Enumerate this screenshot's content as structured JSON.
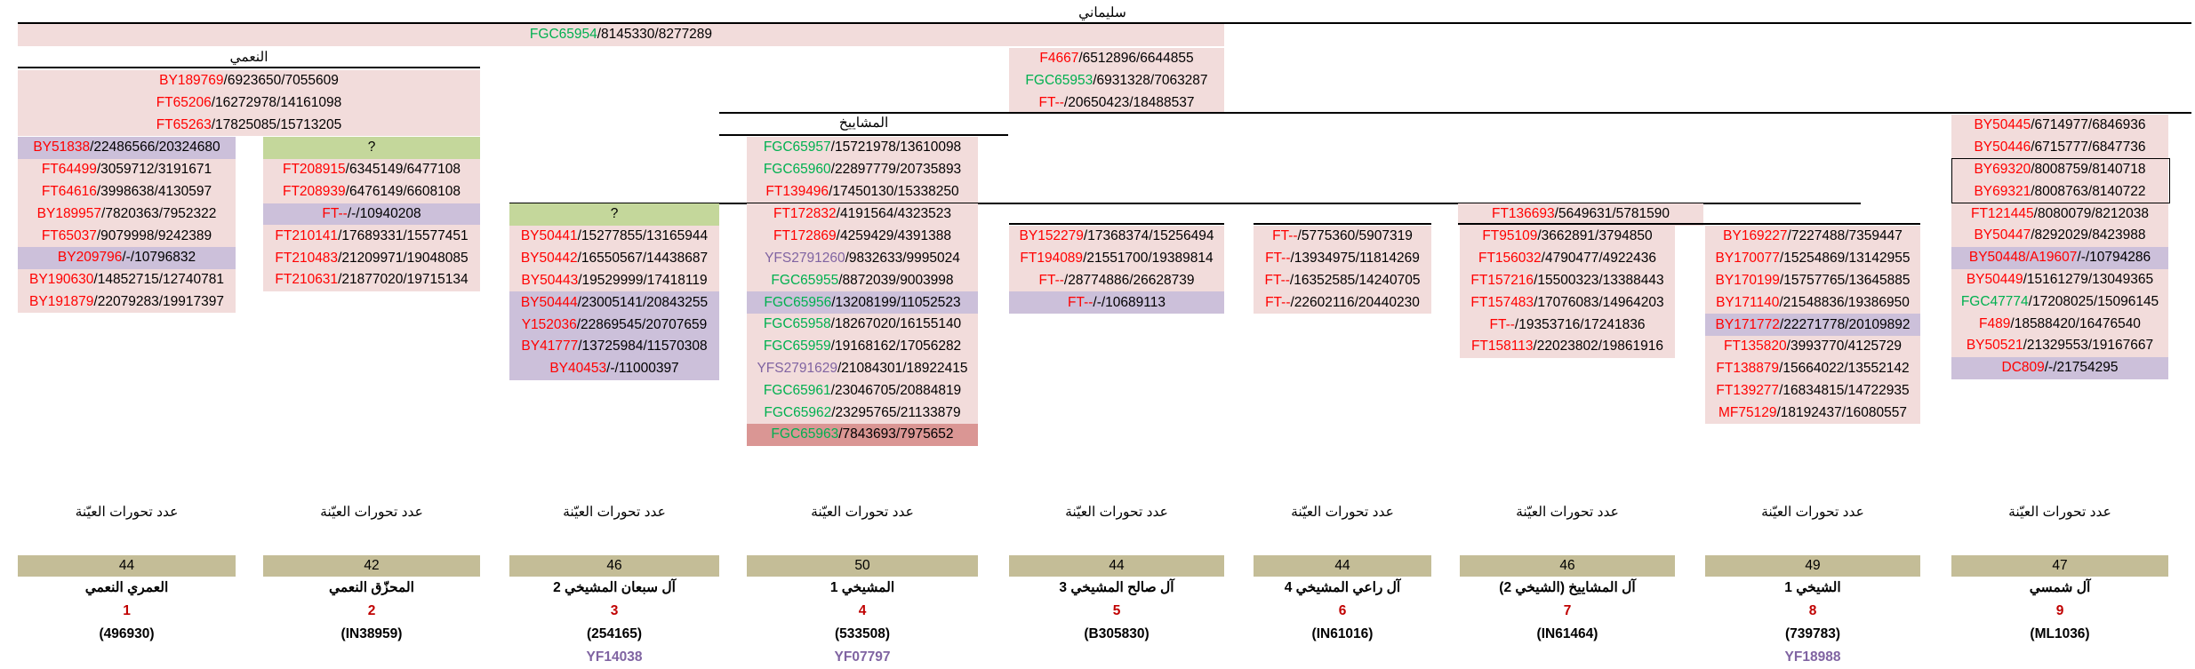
{
  "root_title": "سليماني",
  "root_snp": {
    "id": "FGC65954",
    "rest": "/8145330/8277289"
  },
  "groups": {
    "nuaimi": {
      "title": "النعمي",
      "rows": [
        {
          "id": "BY189769",
          "rest": "/6923650/7055609"
        },
        {
          "id": "FT65206",
          "rest": "/16272978/14161098"
        },
        {
          "id": "FT65263",
          "rest": "/17825085/15713205"
        }
      ]
    },
    "f4667": {
      "rows": [
        {
          "id": "F4667",
          "rest": "/6512896/6644855"
        },
        {
          "id": "FGC65953",
          "rest": "/6931328/7063287"
        },
        {
          "id": "FT--",
          "rest": "/20650423/18488537"
        }
      ]
    },
    "mashayikh": {
      "title": "المشاييخ",
      "rows": [
        {
          "id": "FGC65957",
          "rest": "/15721978/13610098"
        },
        {
          "id": "FGC65960",
          "rest": "/22897779/20735893"
        },
        {
          "id": "FT139496",
          "rest": "/17450130/15338250"
        }
      ]
    },
    "c1": {
      "rows": [
        {
          "id": "BY51838",
          "rest": "/22486566/20324680"
        },
        {
          "id": "FT64499",
          "rest": "/3059712/3191671"
        },
        {
          "id": "FT64616",
          "rest": "/3998638/4130597"
        },
        {
          "id": "BY189957",
          "rest": "/7820363/7952322"
        },
        {
          "id": "FT65037",
          "rest": "/9079998/9242389"
        },
        {
          "id": "BY209796",
          "rest": "/-/10796832"
        },
        {
          "id": "BY190630",
          "rest": "/14852715/12740781"
        },
        {
          "id": "BY191879",
          "rest": "/22079283/19917397"
        }
      ]
    },
    "c2": {
      "title": "?",
      "rows": [
        {
          "id": "FT208915",
          "rest": "/6345149/6477108"
        },
        {
          "id": "FT208939",
          "rest": "/6476149/6608108"
        },
        {
          "id": "FT--",
          "rest": "/-/10940208"
        },
        {
          "id": "FT210141",
          "rest": "/17689331/15577451"
        },
        {
          "id": "FT210483",
          "rest": "/21209971/19048085"
        },
        {
          "id": "FT210631",
          "rest": "/21877020/19715134"
        }
      ]
    },
    "c3": {
      "title": "?",
      "rows": [
        {
          "id": "BY50441",
          "rest": "/15277855/13165944"
        },
        {
          "id": "BY50442",
          "rest": "/16550567/14438687"
        },
        {
          "id": "BY50443",
          "rest": "/19529999/17418119"
        },
        {
          "id": "BY50444",
          "rest": "/23005141/20843255"
        },
        {
          "id": "Y152036",
          "rest": "/22869545/20707659"
        },
        {
          "id": "BY41777",
          "rest": "/13725984/11570308"
        },
        {
          "id": "BY40453",
          "rest": "/-/11000397"
        }
      ]
    },
    "c4": {
      "rows": [
        {
          "id": "FT172832",
          "rest": "/4191564/4323523"
        },
        {
          "id": "FT172869",
          "rest": "/4259429/4391388"
        },
        {
          "id": "YFS2791260",
          "rest": "/9832633/9995024"
        },
        {
          "id": "FGC65955",
          "rest": "/8872039/9003998"
        },
        {
          "id": "FGC65956",
          "rest": "/13208199/11052523"
        },
        {
          "id": "FGC65958",
          "rest": "/18267020/16155140"
        },
        {
          "id": "FGC65959",
          "rest": "/19168162/17056282"
        },
        {
          "id": "YFS2791629",
          "rest": "/21084301/18922415"
        },
        {
          "id": "FGC65961",
          "rest": "/23046705/20884819"
        },
        {
          "id": "FGC65962",
          "rest": "/23295765/21133879"
        },
        {
          "id": "FGC65963",
          "rest": "/7843693/7975652"
        }
      ]
    },
    "c5": {
      "rows": [
        {
          "id": "BY152279",
          "rest": "/17368374/15256494"
        },
        {
          "id": "FT194089",
          "rest": "/21551700/19389814"
        },
        {
          "id": "FT--",
          "rest": "/28774886/26628739"
        },
        {
          "id": "FT--",
          "rest": "/-/10689113"
        }
      ]
    },
    "c6": {
      "rows": [
        {
          "id": "FT--",
          "rest": "/5775360/5907319"
        },
        {
          "id": "FT--",
          "rest": "/13934975/11814269"
        },
        {
          "id": "FT--",
          "rest": "/16352585/14240705"
        },
        {
          "id": "FT--",
          "rest": "/22602116/20440230"
        }
      ]
    },
    "ft136693": {
      "id": "FT136693",
      "rest": "/5649631/5781590"
    },
    "c7": {
      "rows": [
        {
          "id": "FT95109",
          "rest": "/3662891/3794850"
        },
        {
          "id": "FT156032",
          "rest": "/4790477/4922436"
        },
        {
          "id": "FT157216",
          "rest": "/15500323/13388443"
        },
        {
          "id": "FT157483",
          "rest": "/17076083/14964203"
        },
        {
          "id": "FT--",
          "rest": "/19353716/17241836"
        },
        {
          "id": "FT158113",
          "rest": "/22023802/19861916"
        }
      ]
    },
    "c8": {
      "rows": [
        {
          "id": "BY169227",
          "rest": "/7227488/7359447"
        },
        {
          "id": "BY170077",
          "rest": "/15254869/13142955"
        },
        {
          "id": "BY170199",
          "rest": "/15757765/13645885"
        },
        {
          "id": "BY171140",
          "rest": "/21548836/19386950"
        },
        {
          "id": "BY171772",
          "rest": "/22271778/20109892"
        },
        {
          "id": "FT135820",
          "rest": "/3993770/4125729"
        },
        {
          "id": "FT138879",
          "rest": "/15664022/13552142"
        },
        {
          "id": "FT139277",
          "rest": "/16834815/14722935"
        },
        {
          "id": "MF75129",
          "rest": "/18192437/16080557"
        }
      ]
    },
    "c9": {
      "rows": [
        {
          "id": "BY50445",
          "rest": "/6714977/6846936"
        },
        {
          "id": "BY50446",
          "rest": "/6715777/6847736"
        },
        {
          "id": "BY69320",
          "rest": "/8008759/8140718"
        },
        {
          "id": "BY69321",
          "rest": "/8008763/8140722"
        },
        {
          "id": "FT121445",
          "rest": "/8080079/8212038"
        },
        {
          "id": "BY50447",
          "rest": "/8292029/8423988"
        },
        {
          "id": "BY50448/A19607",
          "rest": "/-/10794286"
        },
        {
          "id": "BY50449",
          "rest": "/15161279/13049365"
        },
        {
          "id": "FGC47774",
          "rest": "/17208025/15096145"
        },
        {
          "id": "F489",
          "rest": "/18588420/16476540"
        },
        {
          "id": "BY50521",
          "rest": "/21329553/19167667"
        },
        {
          "id": "DC809",
          "rest": "/-/21754295"
        }
      ]
    }
  },
  "footer": {
    "sample_label": "عدد تحورات العيّنة",
    "columns": [
      {
        "count": "44",
        "name": "العمري النعمي",
        "num": "1",
        "kit": "(496930)",
        "yf": ""
      },
      {
        "count": "42",
        "name": "المحزّق النعمي",
        "num": "2",
        "kit": "(IN38959)",
        "yf": ""
      },
      {
        "count": "46",
        "name": "آل سبعان المشيخي 2",
        "num": "3",
        "kit": "(254165)",
        "yf": "YF14038"
      },
      {
        "count": "50",
        "name": "المشيخي 1",
        "num": "4",
        "kit": "(533508)",
        "yf": "YF07797"
      },
      {
        "count": "44",
        "name": "آل صالح المشيخي 3",
        "num": "5",
        "kit": "(B305830)",
        "yf": ""
      },
      {
        "count": "44",
        "name": "آل راعي المشيخي 4",
        "num": "6",
        "kit": "(IN61016)",
        "yf": ""
      },
      {
        "count": "46",
        "name": "آل المشاييخ (الشيخي 2)",
        "num": "7",
        "kit": "(IN61464)",
        "yf": ""
      },
      {
        "count": "49",
        "name": "الشيخي 1",
        "num": "8",
        "kit": "(739783)",
        "yf": "YF18988"
      },
      {
        "count": "47",
        "name": "آل شمسي",
        "num": "9",
        "kit": "(ML1036)",
        "yf": ""
      }
    ]
  },
  "colors": {
    "pink_fill": "#f2dcdb",
    "lavender_fill": "#ccc0da",
    "green_fill": "#c4d79b",
    "tan_fill": "#c4bd97",
    "salmon_fill": "#da9694",
    "red_text": "#ff0000",
    "green_text": "#00b050",
    "purple_text": "#8064a2",
    "dark_red": "#c00000"
  }
}
